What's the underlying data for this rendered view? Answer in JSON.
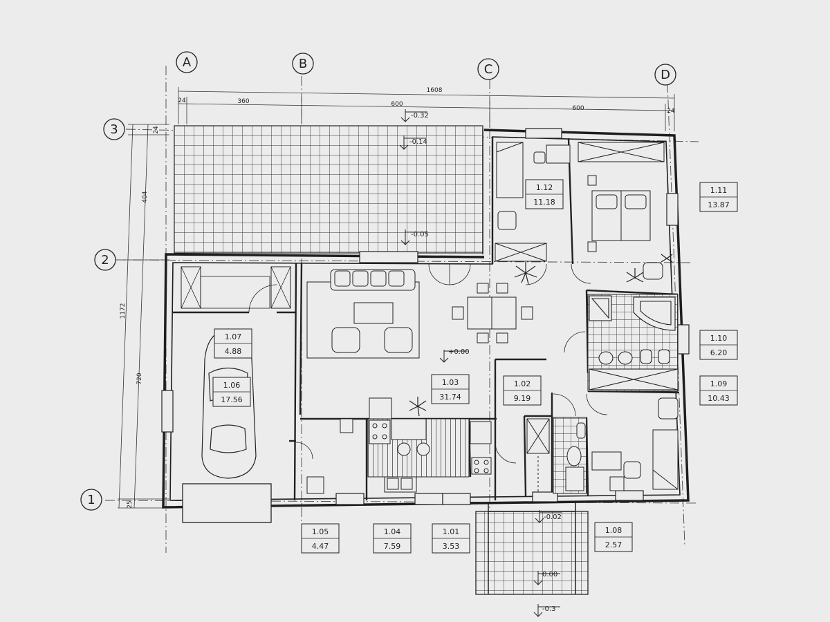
{
  "drawing": {
    "grid_axes": {
      "columns": [
        "A",
        "B",
        "C",
        "D"
      ],
      "rows": [
        "3",
        "2",
        "1"
      ]
    },
    "dimensions": {
      "total_width": "1608",
      "span_edge_left": "24",
      "span_ab": "360",
      "span_bc": "600",
      "span_cd": "600",
      "span_edge_right": "24",
      "total_height": "1172",
      "span_32": "404",
      "span_21": "720",
      "edge_top": "24",
      "edge_bottom": "25"
    },
    "levels": {
      "terrace_top": "-0.32",
      "terrace_mid": "-0.14",
      "terrace_low": "-0.05",
      "floor": "+0.00",
      "entrance": "-0.02",
      "steps": "0.00",
      "outside": "-0.3"
    },
    "rooms": [
      {
        "id": "1.01",
        "area": "3.53"
      },
      {
        "id": "1.02",
        "area": "9.19"
      },
      {
        "id": "1.03",
        "area": "31.74"
      },
      {
        "id": "1.04",
        "area": "7.59"
      },
      {
        "id": "1.05",
        "area": "4.47"
      },
      {
        "id": "1.06",
        "area": "17.56"
      },
      {
        "id": "1.07",
        "area": "4.88"
      },
      {
        "id": "1.08",
        "area": "2.57"
      },
      {
        "id": "1.09",
        "area": "10.43"
      },
      {
        "id": "1.10",
        "area": "6.20"
      },
      {
        "id": "1.11",
        "area": "13.87"
      },
      {
        "id": "1.12",
        "area": "11.18"
      }
    ],
    "colors": {
      "paper": "#ececec",
      "ink": "#222222",
      "wall_fill": "#cfcfcf",
      "hatch": "#555555"
    }
  }
}
